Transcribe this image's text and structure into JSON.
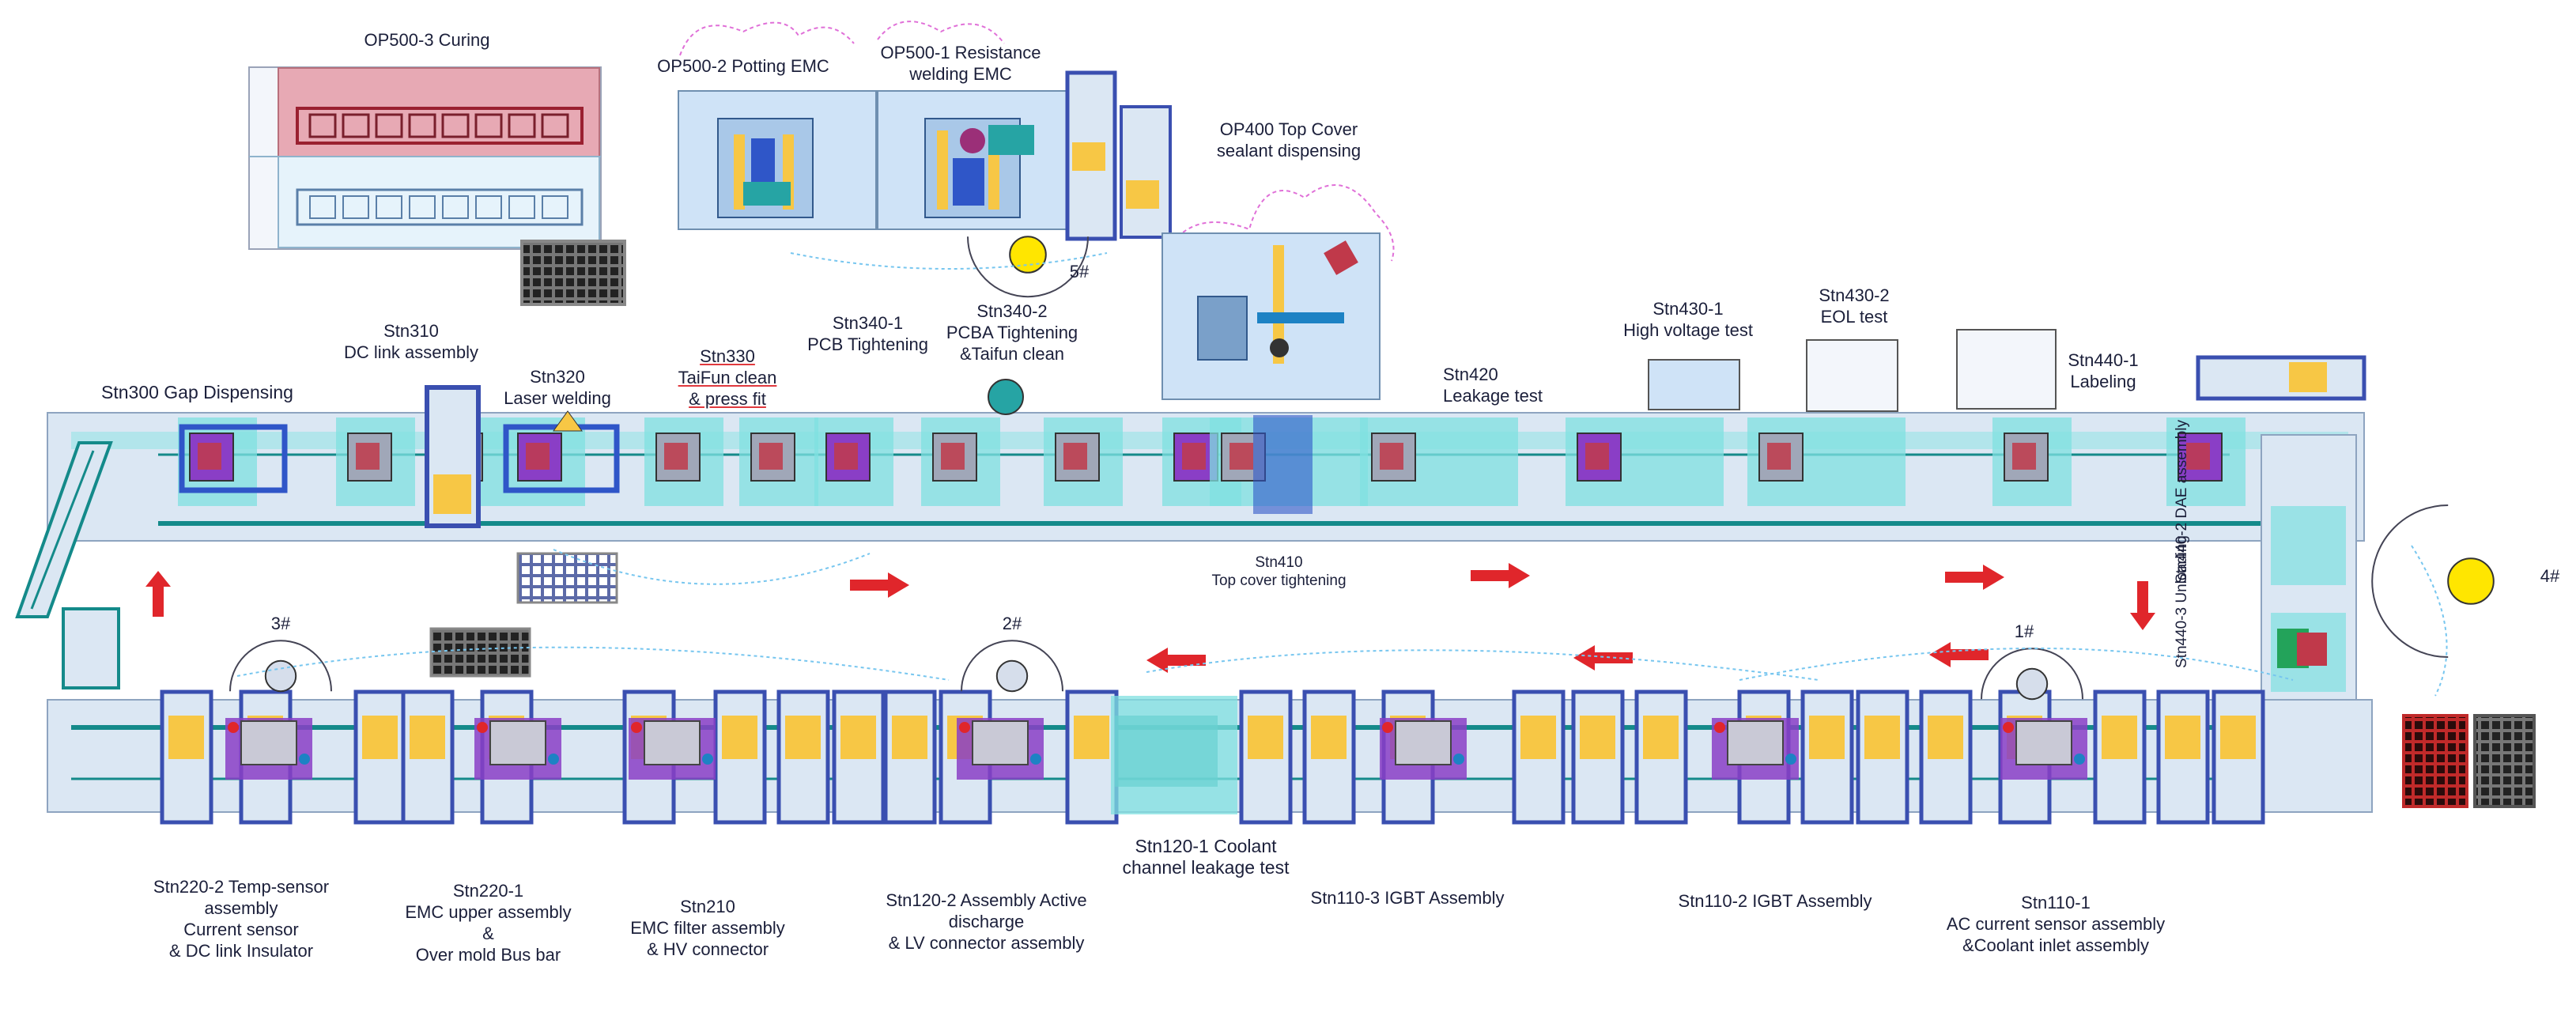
{
  "title": "",
  "colors": {
    "conveyor": "#dbe7f3",
    "rail": "#148a8a",
    "station_highlight": "#7fe0e0",
    "fixture_blue": "#2f56c8",
    "part_yellow": "#f7c745",
    "part_purple": "#8a3ec6",
    "flow_arrow": "#e0262b",
    "robot_zone": "#e070d8",
    "curing_oven": "#e7a9b4"
  },
  "stations": {
    "op500_3": "OP500-3 Curing",
    "op500_2": "OP500-2 Potting  EMC",
    "op500_1": "OP500-1 Resistance\nwelding EMC",
    "op400": "OP400 Top Cover\nsealant dispensing",
    "stn300": "Stn300 Gap Dispensing",
    "stn310": "Stn310\nDC link assembly",
    "stn320": "Stn320\nLaser welding",
    "stn330": "Stn330\nTaiFun clean\n& press fit",
    "stn340_1": "Stn340-1\nPCB Tightening",
    "stn340_2": "Stn340-2\nPCBA Tightening\n&Taifun clean",
    "stn410": "Stn410\nTop cover tightening",
    "stn420": "Stn420\nLeakage test",
    "stn430_1": "Stn430-1\nHigh voltage test",
    "stn430_2": "Stn430-2\nEOL test",
    "stn440_1": "Stn440-1\nLabeling",
    "stn440_2": "Stn440-2\nDAE assembly",
    "stn440_3": "Stn440-3\nUnloading",
    "stn220_2": "Stn220-2 Temp-sensor\nassembly\nCurrent sensor\n& DC link Insulator",
    "stn220_1": "Stn220-1\nEMC upper assembly\n&\nOver mold Bus bar",
    "stn210": "Stn210\nEMC filter assembly\n& HV connector",
    "stn120_2": "Stn120-2 Assembly Active\ndischarge\n& LV connector assembly",
    "stn120_1": "Stn120-1 Coolant\nchannel leakage test",
    "stn110_3": "Stn110-3 IGBT Assembly",
    "stn110_2": "Stn110-2 IGBT Assembly",
    "stn110_1": "Stn110-1\nAC current sensor assembly\n&Coolant inlet assembly"
  },
  "robots": {
    "r5": "5#",
    "r3": "3#",
    "r2": "2#",
    "r1": "1#",
    "r4": "4#"
  },
  "flow_arrows": [
    {
      "id": "a1",
      "dir": "right"
    },
    {
      "id": "a2",
      "dir": "right"
    },
    {
      "id": "a3",
      "dir": "right"
    },
    {
      "id": "a4",
      "dir": "up"
    },
    {
      "id": "a5",
      "dir": "down"
    },
    {
      "id": "a6",
      "dir": "left"
    },
    {
      "id": "a7",
      "dir": "left"
    },
    {
      "id": "a8",
      "dir": "left"
    }
  ]
}
